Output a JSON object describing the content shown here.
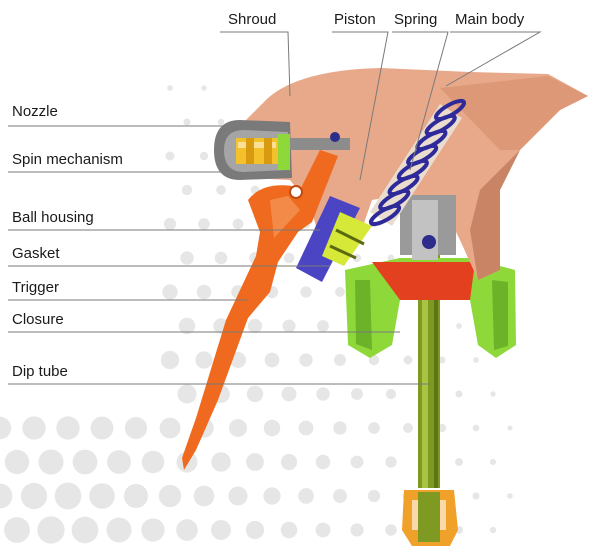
{
  "labels": {
    "shroud": "Shroud",
    "piston": "Piston",
    "spring": "Spring",
    "main_body": "Main body",
    "nozzle": "Nozzle",
    "spin_mechanism": "Spin mechanism",
    "ball_housing": "Ball housing",
    "gasket": "Gasket",
    "trigger": "Trigger",
    "closure": "Closure",
    "dip_tube": "Dip tube"
  },
  "colors": {
    "body": "#e8a88a",
    "body_shade": "#c98466",
    "trigger": "#ef6a1e",
    "closure": "#8fd83a",
    "closure_red": "#e2401e",
    "piston": "#4b45c4",
    "dip_tube": "#7f9a22",
    "spring": "#2f2a9a",
    "dots": "#e6e6e6"
  }
}
